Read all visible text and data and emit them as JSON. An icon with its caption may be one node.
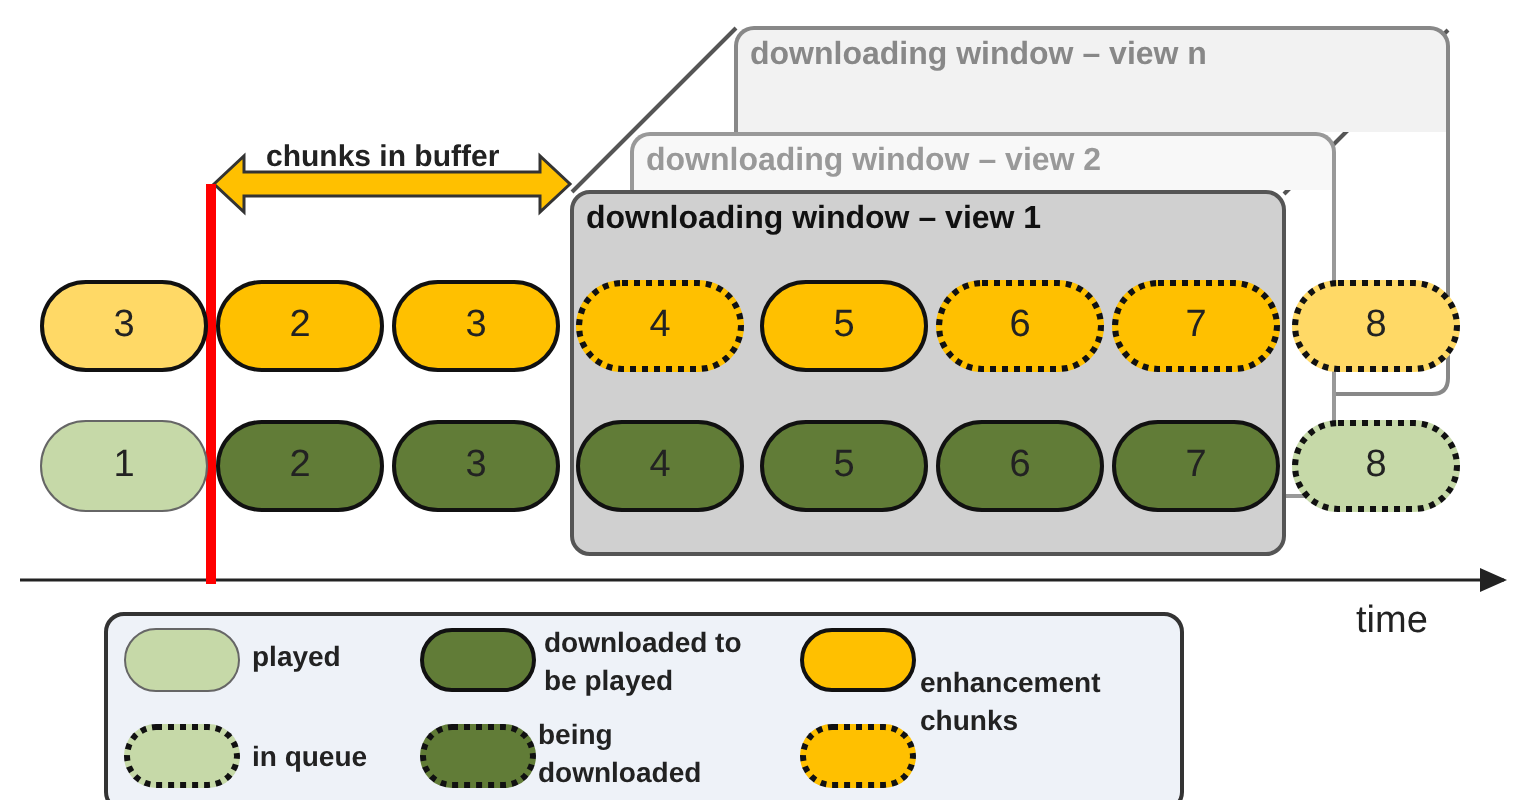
{
  "diagram": {
    "nodes": [
      {
        "text": [
          "downloading window – view n"
        ]
      },
      {
        "text": [
          "downloading window – view 2"
        ]
      },
      {
        "text": [
          "downloading window – view 1"
        ]
      },
      {
        "text": [
          "3"
        ]
      },
      {
        "text": [
          "2"
        ]
      },
      {
        "text": [
          "3"
        ]
      },
      {
        "text": [
          "4"
        ],
        "in": 2
      },
      {
        "text": [
          "5"
        ],
        "in": 2
      },
      {
        "text": [
          "6"
        ],
        "in": 2
      },
      {
        "text": [
          "7"
        ],
        "in": 2
      },
      {
        "text": [
          "8"
        ]
      },
      {
        "text": [
          "1"
        ]
      },
      {
        "text": [
          "2"
        ]
      },
      {
        "text": [
          "3"
        ]
      },
      {
        "text": [
          "4"
        ],
        "in": 2
      },
      {
        "text": [
          "5"
        ],
        "in": 2
      },
      {
        "text": [
          "6"
        ],
        "in": 2
      },
      {
        "text": [
          "7"
        ],
        "in": 2
      },
      {
        "text": [
          "8"
        ]
      }
    ],
    "labels": [
      "chunks in buffer",
      "time"
    ],
    "legend": [
      {
        "text": "played",
        "color": "#c6d9a8"
      },
      {
        "text": "in queue",
        "color": "#c6d9a8"
      },
      {
        "text": "downloaded to be played",
        "color": "#617c37"
      },
      {
        "text": "being downloaded",
        "color": "#617c37"
      },
      {
        "text": "enhancement chunks",
        "color": "#ffc000"
      }
    ]
  }
}
